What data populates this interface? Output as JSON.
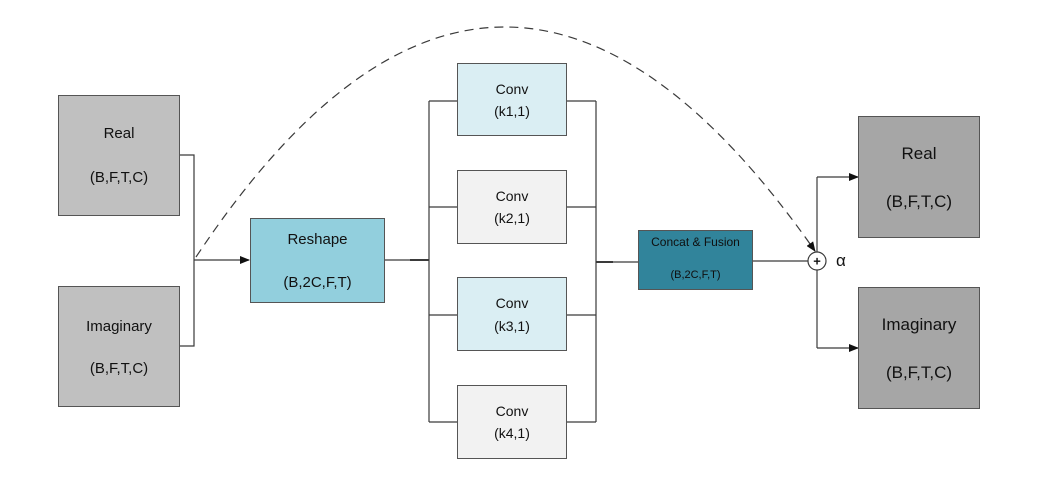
{
  "inputs": {
    "real": {
      "name": "Real",
      "shape": "(B,F,T,C)"
    },
    "imaginary": {
      "name": "Imaginary",
      "shape": "(B,F,T,C)"
    }
  },
  "reshape": {
    "name": "Reshape",
    "shape": "(B,2C,F,T)"
  },
  "convs": [
    {
      "name": "Conv",
      "kernel": "(k1,1)"
    },
    {
      "name": "Conv",
      "kernel": "(k2,1)"
    },
    {
      "name": "Conv",
      "kernel": "(k3,1)"
    },
    {
      "name": "Conv",
      "kernel": "(k4,1)"
    }
  ],
  "concat": {
    "name": "Concat & Fusion",
    "shape": "(B,2C,F,T)"
  },
  "sum": {
    "symbol": "+",
    "weight": "α"
  },
  "outputs": {
    "real": {
      "name": "Real",
      "shape": "(B,F,T,C)"
    },
    "imaginary": {
      "name": "Imaginary",
      "shape": "(B,F,T,C)"
    }
  },
  "colors": {
    "input_fill": "#c0c0c0",
    "output_fill": "#a6a6a6",
    "reshape_fill": "#92cfdd",
    "conv_blue_fill": "#daeef3",
    "conv_gray_fill": "#f2f2f2",
    "concat_fill": "#31849b",
    "line": "#3a3a3a"
  }
}
